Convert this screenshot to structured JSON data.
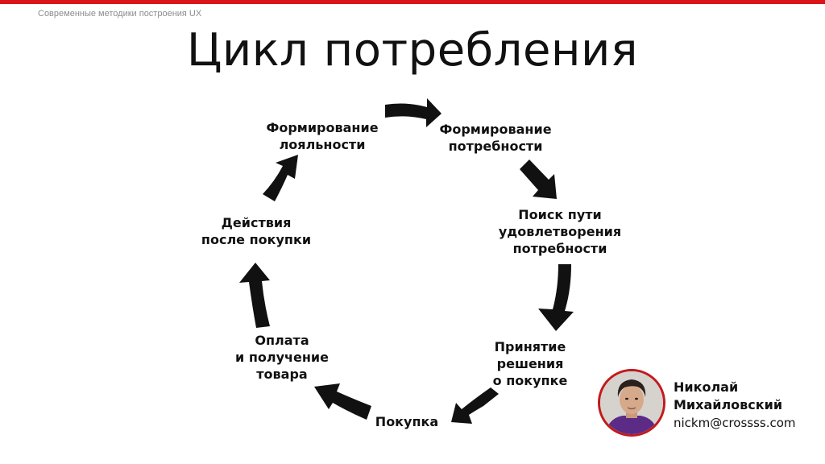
{
  "header": {
    "course_title": "Современные методики построения UX",
    "accent_color": "#d9151b"
  },
  "slide": {
    "title": "Цикл потребления"
  },
  "cycle": {
    "nodes": [
      {
        "id": "need",
        "lines": [
          "Формирование",
          "потребности"
        ]
      },
      {
        "id": "search",
        "lines": [
          "Поиск пути",
          "удовлетворения",
          "потребности"
        ]
      },
      {
        "id": "decision",
        "lines": [
          "Принятие",
          "решения",
          "о покупке"
        ]
      },
      {
        "id": "purchase",
        "lines": [
          "Покупка"
        ]
      },
      {
        "id": "payment",
        "lines": [
          "Оплата",
          "и получение",
          "товара"
        ]
      },
      {
        "id": "after",
        "lines": [
          "Действия",
          "после покупки"
        ]
      },
      {
        "id": "loyalty",
        "lines": [
          "Формирование",
          "лояльности"
        ]
      }
    ],
    "arrow_color": "#111111",
    "edges": [
      {
        "from": "loyalty",
        "to": "need"
      },
      {
        "from": "need",
        "to": "search"
      },
      {
        "from": "search",
        "to": "decision"
      },
      {
        "from": "decision",
        "to": "purchase"
      },
      {
        "from": "purchase",
        "to": "payment"
      },
      {
        "from": "payment",
        "to": "after"
      },
      {
        "from": "after",
        "to": "loyalty"
      }
    ]
  },
  "author": {
    "first_name": "Николай",
    "last_name": "Михайловский",
    "email": "nickm@crossss.com",
    "photo_icon": "author-portrait",
    "photo_border_color": "#c21a1d"
  }
}
